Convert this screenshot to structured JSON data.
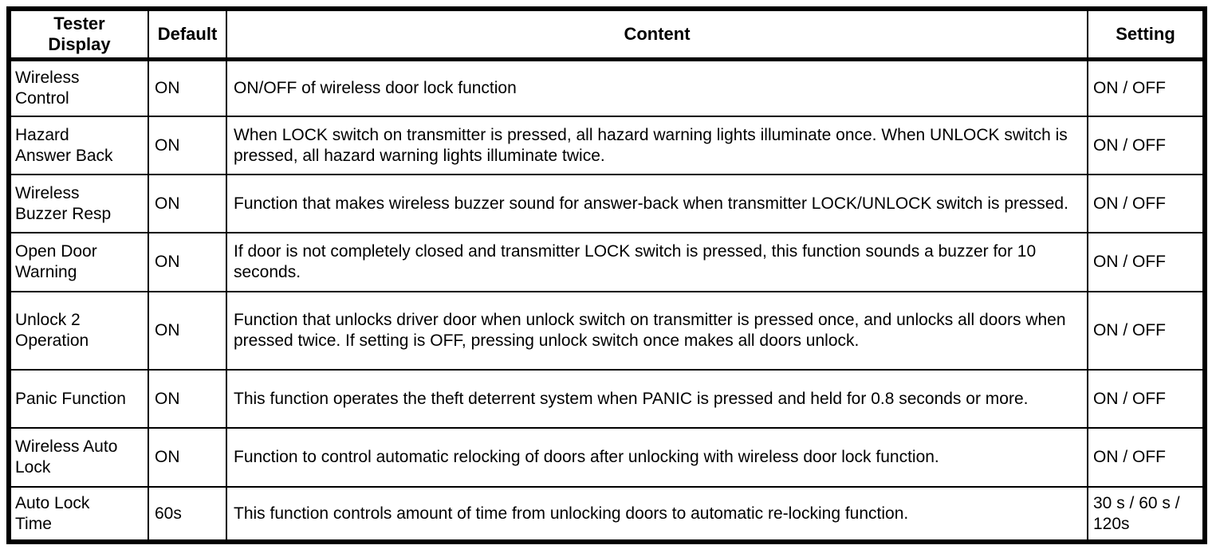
{
  "table": {
    "headers": {
      "tester_display": "Tester\nDisplay",
      "default": "Default",
      "content": "Content",
      "setting": "Setting"
    },
    "rows": [
      {
        "tester_display": "Wireless\nControl",
        "default": "ON",
        "content": "ON/OFF of wireless door lock function",
        "setting": "ON / OFF"
      },
      {
        "tester_display": "Hazard\nAnswer Back",
        "default": "ON",
        "content": "When LOCK switch on transmitter is pressed, all hazard warning lights illuminate once. When UNLOCK switch is pressed, all hazard warning lights illuminate twice.",
        "setting": "ON / OFF"
      },
      {
        "tester_display": "Wireless\nBuzzer Resp",
        "default": "ON",
        "content": "Function that makes wireless buzzer sound for answer-back when transmitter LOCK/UNLOCK switch is pressed.",
        "setting": "ON / OFF"
      },
      {
        "tester_display": "Open Door\nWarning",
        "default": "ON",
        "content": "If door is not completely closed and transmitter LOCK switch is pressed, this function sounds a buzzer for 10 seconds.",
        "setting": "ON / OFF"
      },
      {
        "tester_display": "Unlock 2\nOperation",
        "default": "ON",
        "content": "Function that unlocks driver door when unlock switch on transmitter is pressed once, and unlocks all doors when pressed twice. If setting is OFF, pressing unlock switch once makes all doors unlock.",
        "setting": "ON / OFF"
      },
      {
        "tester_display": "Panic Function",
        "default": "ON",
        "content": "This function operates the theft deterrent system when PANIC is pressed and held for 0.8 seconds or more.",
        "setting": "ON / OFF"
      },
      {
        "tester_display": "Wireless Auto\nLock",
        "default": "ON",
        "content": "Function to control automatic relocking of doors after unlocking with wireless door lock function.",
        "setting": "ON / OFF"
      },
      {
        "tester_display": "Auto Lock\nTime",
        "default": "60s",
        "content": "This function controls amount of time from unlocking doors to automatic re-locking function.",
        "setting": "30 s / 60 s / 120s"
      }
    ]
  }
}
